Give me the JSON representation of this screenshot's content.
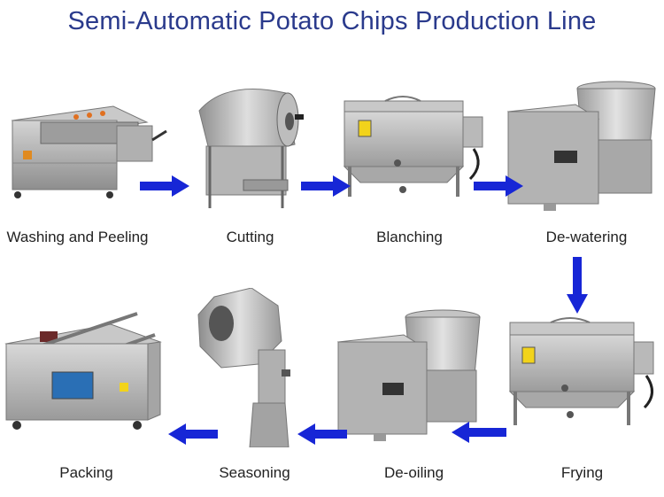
{
  "title": "Semi-Automatic Potato Chips Production Line",
  "arrow_color": "#1726d6",
  "steel_color": "#a9a9a9",
  "steps": [
    {
      "label": "Washing and Peeling"
    },
    {
      "label": "Cutting"
    },
    {
      "label": "Blanching"
    },
    {
      "label": "De-watering"
    },
    {
      "label": "Frying"
    },
    {
      "label": "De-oiling"
    },
    {
      "label": "Seasoning"
    },
    {
      "label": "Packing"
    }
  ]
}
